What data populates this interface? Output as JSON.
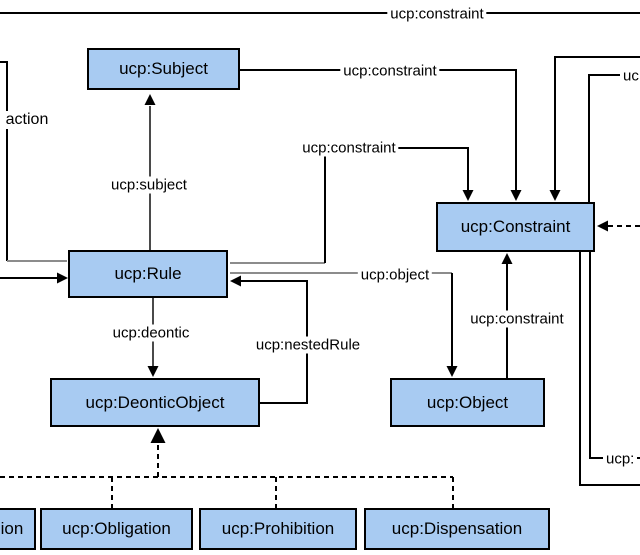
{
  "diagram": {
    "nodes": {
      "subject": {
        "label": "ucp:Subject"
      },
      "rule": {
        "label": "ucp:Rule"
      },
      "constraint": {
        "label": "ucp:Constraint"
      },
      "deontic_object": {
        "label": "ucp:DeonticObject"
      },
      "object": {
        "label": "ucp:Object"
      },
      "permission_partial": {
        "label": "ion"
      },
      "obligation": {
        "label": "ucp:Obligation"
      },
      "prohibition": {
        "label": "ucp:Prohibition"
      },
      "dispensation": {
        "label": "ucp:Dispensation"
      }
    },
    "edge_labels": {
      "top_constraint": {
        "text": "ucp:constraint"
      },
      "subject_constraint": {
        "text": "ucp:constraint"
      },
      "rule_constraint": {
        "text": "ucp:constraint"
      },
      "right_top_cut": {
        "text": "uc"
      },
      "action": {
        "text": "action"
      },
      "subject_edge": {
        "text": "ucp:subject"
      },
      "deontic": {
        "text": "ucp:deontic"
      },
      "nested_rule": {
        "text": "ucp:nestedRule"
      },
      "object_edge": {
        "text": "ucp:object"
      },
      "object_constraint": {
        "text": "ucp:constraint"
      },
      "right_mid_cut": {
        "text": "ucp:"
      }
    },
    "colors": {
      "node_fill": "#a8cbf2",
      "node_border": "#000000",
      "line_black": "#000000",
      "line_gray": "#8c8c8c"
    }
  }
}
